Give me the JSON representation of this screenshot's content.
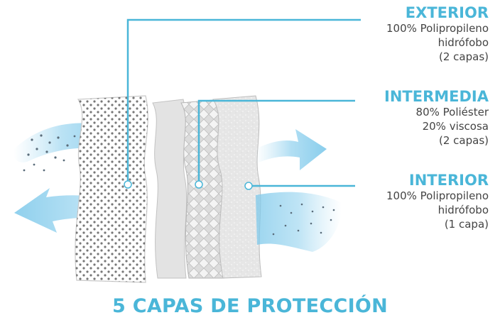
{
  "colors": {
    "accent": "#4ab6d8",
    "text": "#444444",
    "arrow": "#7cc8ea"
  },
  "layers": [
    {
      "name": "EXTERIOR",
      "lines": [
        "100% Polipropileno",
        "hidrófobo",
        "(2 capas)"
      ]
    },
    {
      "name": "INTERMEDIA",
      "lines": [
        "80% Poliéster",
        "20% viscosa",
        "(2 capas)"
      ]
    },
    {
      "name": "INTERIOR",
      "lines": [
        "100% Polipropileno",
        "hidrófobo",
        "(1 capa)"
      ]
    }
  ],
  "footer": "5 CAPAS DE PROTECCIÓN"
}
